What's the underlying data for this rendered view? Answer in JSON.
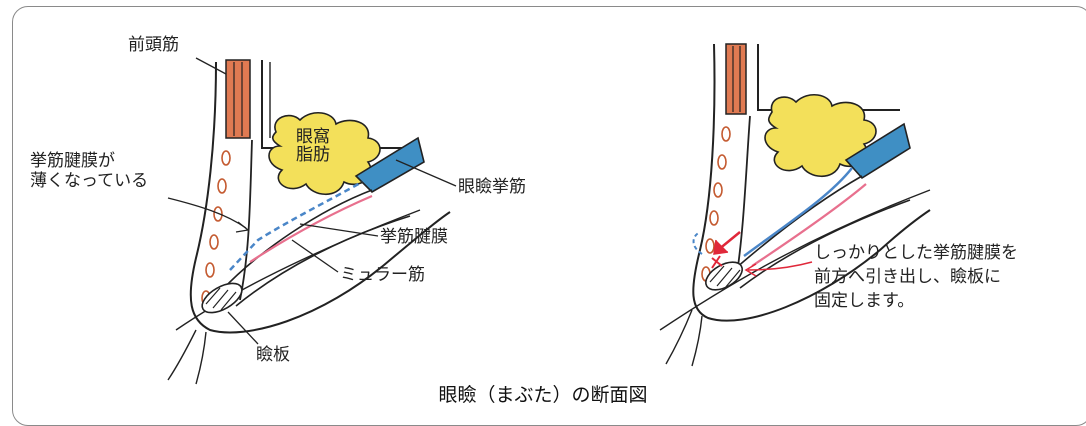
{
  "caption": "眼瞼（まぶた）の断面図",
  "left_panel": {
    "labels": {
      "frontalis": "前頭筋",
      "orbital_fat": [
        "眼窩",
        "脂肪"
      ],
      "thin_aponeurosis": [
        "挙筋腱膜が",
        "薄くなっている"
      ],
      "levator": "眼瞼挙筋",
      "aponeurosis": "挙筋腱膜",
      "muller": "ミュラー筋",
      "tarsus": "瞼板"
    }
  },
  "right_panel": {
    "note": [
      "しっかりとした挙筋腱膜を",
      "前方へ引き出し、瞼板に",
      "固定します。"
    ]
  },
  "colors": {
    "frontalis": "#e07a52",
    "fat": "#f3e05a",
    "levator": "#3f8fc4",
    "aponeurosis_blue": "#4a86c8",
    "muller_pink": "#e8708e",
    "arrow_red": "#e0283a",
    "outline": "#222222"
  }
}
